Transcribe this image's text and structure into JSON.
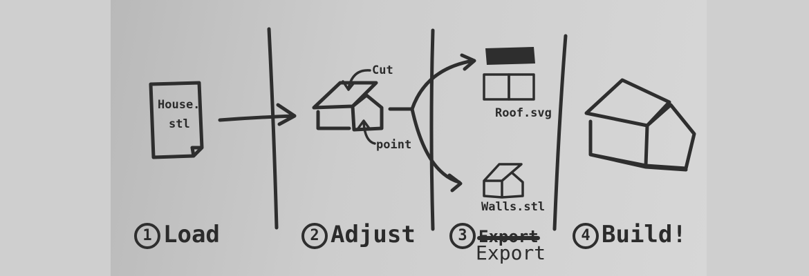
{
  "steps": [
    {
      "number": "1",
      "label": "Load"
    },
    {
      "number": "2",
      "label": "Adjust"
    },
    {
      "number": "3",
      "label": "Export",
      "struck_label": "Export"
    },
    {
      "number": "4",
      "label": "Build!"
    }
  ],
  "file_label_line1": "House.",
  "file_label_line2": "stl",
  "annotations": {
    "cut": "Cut",
    "point": "point",
    "roof_file": "Roof.svg",
    "walls_file": "Walls.stl"
  },
  "colors": {
    "ink": "#2e2e2e",
    "paper": "#cdcdcd",
    "margin": "#cfcfcf"
  }
}
